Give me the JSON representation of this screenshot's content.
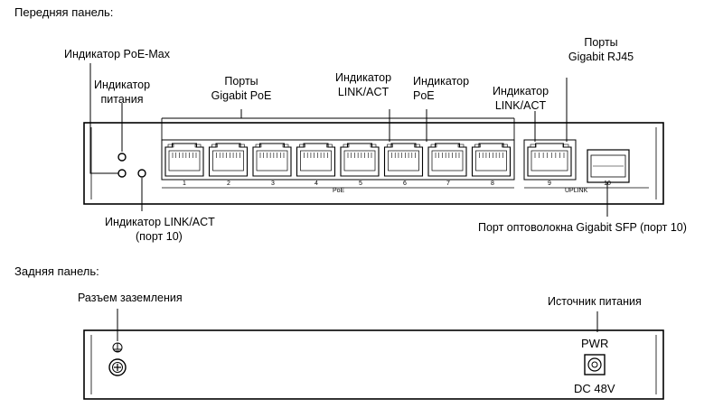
{
  "front": {
    "section_title": "Передняя панель:",
    "callouts": {
      "poe_max_indicator": "Индикатор PoE-Max",
      "power_indicator": [
        "Индикатор",
        "питания"
      ],
      "poe_ports": [
        "Порты",
        "Gigabit PoE"
      ],
      "link_act_indicator": [
        "Индикатор",
        "LINK/ACT"
      ],
      "poe_indicator": [
        "Индикатор",
        "PoE"
      ],
      "link_act_indicator_uplink": [
        "Индикатор",
        "LINK/ACT"
      ],
      "rj45_ports": [
        "Порты",
        "Gigabit RJ45"
      ],
      "link_act_port10": [
        "Индикатор LINK/ACT",
        "(порт 10)"
      ],
      "sfp_port": "Порт оптоволокна Gigabit SFP (порт 10)"
    },
    "port_numbers": [
      "1",
      "2",
      "3",
      "4",
      "5",
      "6",
      "7",
      "8",
      "9",
      "10"
    ],
    "group_labels": {
      "poe": "PoE",
      "uplink": "UPLINK"
    }
  },
  "rear": {
    "section_title": "Задняя панель:",
    "callouts": {
      "ground": "Разъем заземления",
      "power_source": "Источник питания"
    },
    "pwr_label": "PWR",
    "dc_label": "DC 48V"
  }
}
